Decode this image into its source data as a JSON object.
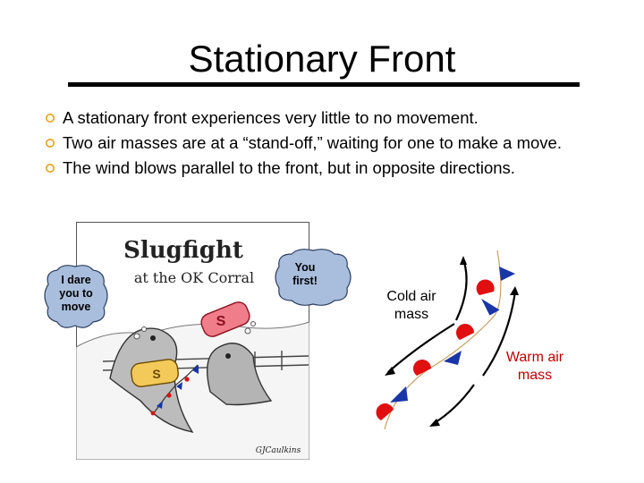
{
  "slide": {
    "title": "Stationary Front",
    "bullets": [
      "A stationary front experiences very little to no movement.",
      "Two air masses are at a “stand-off,” waiting for one to make a move.",
      "The wind blows parallel to the front, but in opposite directions."
    ]
  },
  "cartoon": {
    "heading_line1": "Slugfight",
    "heading_line2": "at the OK Corral",
    "left_bubble": "I dare\nyou to\nmove",
    "right_bubble": "You\nfirst!",
    "credit": "GJCaulkins"
  },
  "diagram": {
    "cold_label": "Cold air\nmass",
    "warm_label": "Warm air\nmass"
  },
  "colors": {
    "cold_front": "#1a35a8",
    "warm_front": "#e01010",
    "warm_label": "#c00000",
    "bubble_fill": "#a9bedc"
  }
}
